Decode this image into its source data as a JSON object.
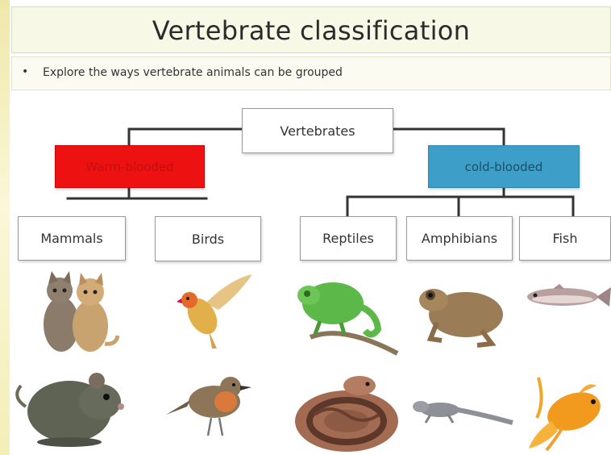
{
  "title": "Vertebrate classification",
  "subtitle": "Explore the ways vertebrate animals can be grouped",
  "bullet": "•",
  "root": "Vertebrates",
  "warm": {
    "label": "Warm-blooded",
    "color": "#ee1111"
  },
  "cold": {
    "label": "cold-blooded",
    "color": "#3d9ec7"
  },
  "groups": [
    "Mammals",
    "Birds",
    "Reptiles",
    "Amphibians",
    "Fish"
  ],
  "animals": [
    "kittens-image",
    "lovebird-image",
    "chameleon-image",
    "frog-image",
    "trout-image",
    "rat-image",
    "robin-image",
    "snake-image",
    "newt-image",
    "goldfish-image"
  ]
}
